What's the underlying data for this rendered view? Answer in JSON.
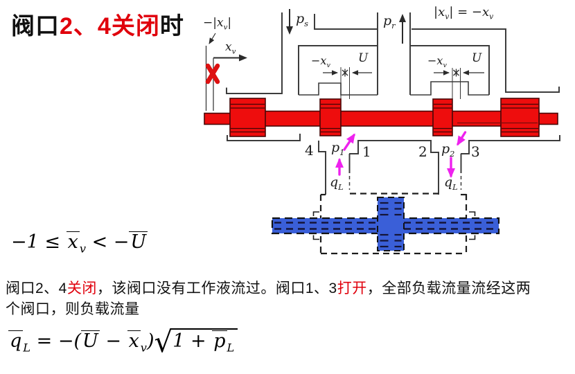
{
  "title": {
    "prefix": "阀口",
    "highlight": "2、4关闭",
    "suffix": "时"
  },
  "paragraph": {
    "seg1": "阀口2、4",
    "seg2": "关闭",
    "seg3": "，该阀口没有工作液流过。阀口1、3",
    "seg4": "打开",
    "seg5": "，全部负载流量流经这两个阀口，则负载流量"
  },
  "formula_range": {
    "lhs": "−1 ≤ ",
    "x": "x",
    "xsub": "v",
    "mid": " < −",
    "U": "U"
  },
  "formula_flow": {
    "q": "q",
    "qsub": "L",
    "eq": " = −(",
    "U": "U",
    "minus": " − ",
    "x": "x",
    "xsub": "v",
    "close": ")",
    "sqrt": "√",
    "rad1": "1 + ",
    "p": "p",
    "psub": "L"
  },
  "diagram": {
    "axis_neg": {
      "a": "−|x",
      "s": "v",
      "b": "|"
    },
    "axis_xv": {
      "m": "x",
      "s": "v"
    },
    "ps": {
      "m": "p",
      "s": "s"
    },
    "pr": {
      "m": "p",
      "s": "r"
    },
    "top_eq": {
      "a": "|x",
      "s1": "v",
      "b": "| = −x",
      "s2": "v"
    },
    "dim": {
      "negx": "−x",
      "sub": "v",
      "u": "U"
    },
    "ports": {
      "n4": "4",
      "n1": "1",
      "n2": "2",
      "n3": "3"
    },
    "p1": {
      "m": "p",
      "s": "1"
    },
    "p2": {
      "m": "p",
      "s": "2"
    },
    "ql": {
      "m": "q",
      "s": "L"
    }
  },
  "colors": {
    "spool_red": "#ee0d0d",
    "actuator_blue": "#3a5fd8",
    "flow_magenta": "#ee22ee",
    "highlight_red": "#e0000c",
    "x_mark_red": "#dd1111"
  }
}
